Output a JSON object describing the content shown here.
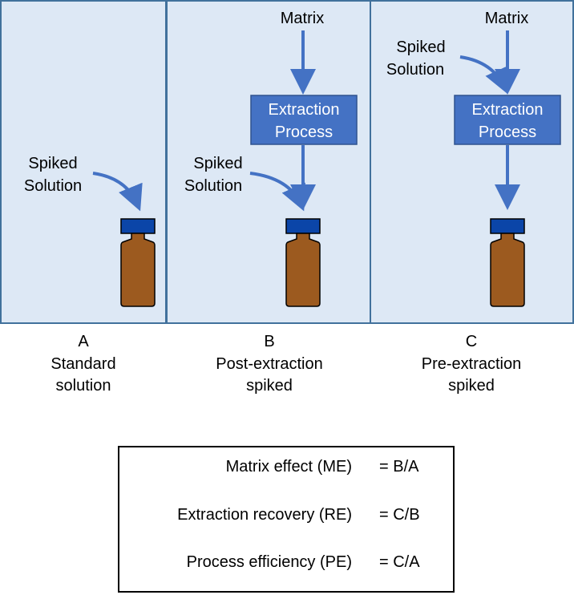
{
  "panels": [
    {
      "id": "A",
      "letter": "A",
      "caption_line1": "Standard",
      "caption_line2": "solution",
      "spiked_line1": "Spiked",
      "spiked_line2": "Solution"
    },
    {
      "id": "B",
      "letter": "B",
      "caption_line1": "Post-extraction",
      "caption_line2": "spiked",
      "matrix_label": "Matrix",
      "process_line1": "Extraction",
      "process_line2": "Process",
      "spiked_line1": "Spiked",
      "spiked_line2": "Solution"
    },
    {
      "id": "C",
      "letter": "C",
      "caption_line1": "Pre-extraction",
      "caption_line2": "spiked",
      "matrix_label": "Matrix",
      "process_line1": "Extraction",
      "process_line2": "Process",
      "spiked_line1": "Spiked",
      "spiked_line2": "Solution"
    }
  ],
  "formulas": [
    {
      "label": "Matrix effect (ME)",
      "value": "= B/A"
    },
    {
      "label": "Extraction recovery (RE)",
      "value": "= C/B"
    },
    {
      "label": "Process efficiency (PE)",
      "value": "= C/A"
    }
  ],
  "colors": {
    "panel_fill": "#dde8f5",
    "panel_border": "#41719c",
    "process_box": "#4472c4",
    "arrow": "#4472c4",
    "vial_cap": "#0b45a8",
    "vial_body": "#9c5a1f"
  }
}
